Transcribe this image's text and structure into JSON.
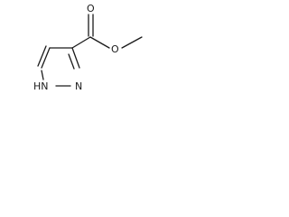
{
  "molecule": {
    "atoms": {
      "carbonyl_oxygen": "O",
      "ester_oxygen": "O",
      "ring_nitrogen": "N",
      "ring_nh": "HN"
    }
  }
}
